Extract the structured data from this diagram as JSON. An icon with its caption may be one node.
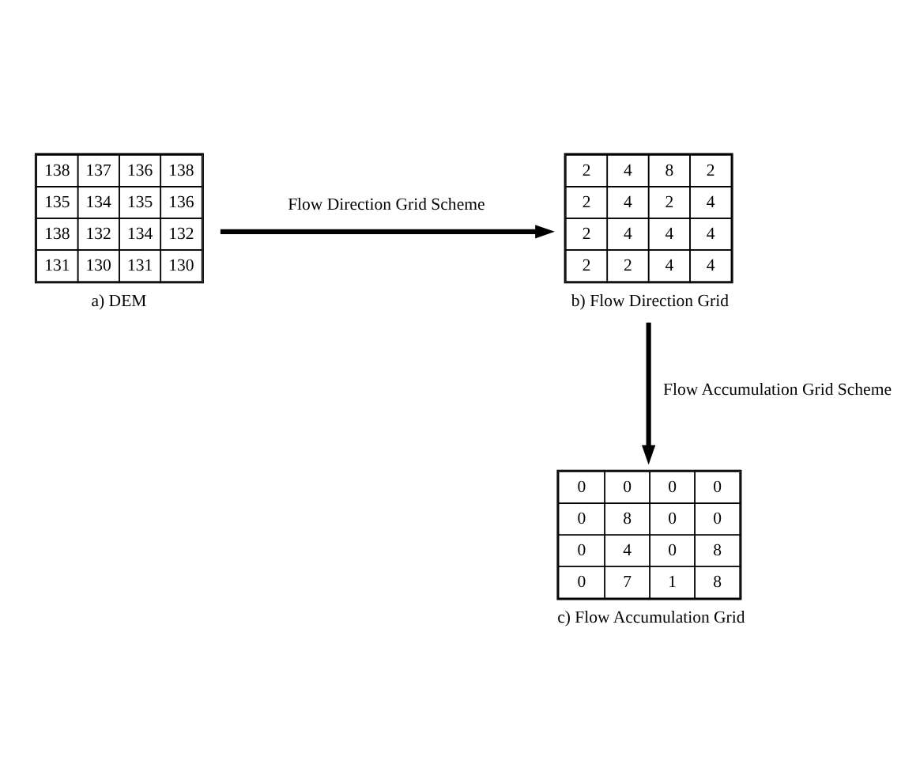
{
  "diagram": {
    "nodes": [
      {
        "text": [
          "138",
          "137",
          "136",
          "138",
          "135",
          "134",
          "135",
          "136",
          "138",
          "132",
          "134",
          "132",
          "131",
          "130",
          "131",
          "130"
        ],
        "beside": [
          "a) DEM"
        ]
      },
      {
        "text": [
          "2",
          "4",
          "8",
          "2",
          "2",
          "4",
          "2",
          "4",
          "2",
          "4",
          "4",
          "4",
          "2",
          "2",
          "4",
          "4"
        ],
        "beside": [
          "b) Flow Direction Grid"
        ]
      },
      {
        "text": [
          "0",
          "0",
          "0",
          "0",
          "0",
          "8",
          "0",
          "0",
          "0",
          "4",
          "0",
          "8",
          "0",
          "7",
          "1",
          "8"
        ],
        "beside": [
          "c) Flow Accumulation Grid"
        ]
      }
    ],
    "edges": [
      {
        "from": 0,
        "to": 1,
        "arrow": "to",
        "label": "Flow Direction Grid Scheme"
      },
      {
        "from": 1,
        "to": 2,
        "arrow": "to",
        "label": "Flow Accumulation Grid Scheme"
      }
    ]
  }
}
